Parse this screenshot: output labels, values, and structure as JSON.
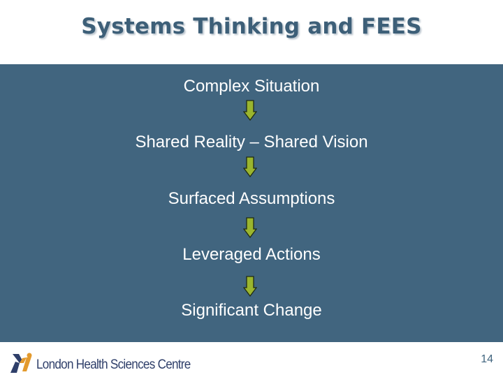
{
  "slide": {
    "title": "Systems Thinking and FEES",
    "steps": [
      "Complex Situation",
      "Shared Reality – Shared Vision",
      "Surfaced Assumptions",
      "Leveraged Actions",
      "Significant Change"
    ],
    "arrow_color": "#9ab52e",
    "background_color": "#41657f"
  },
  "footer": {
    "organization": "London Health Sciences Centre",
    "page_number": "14"
  }
}
